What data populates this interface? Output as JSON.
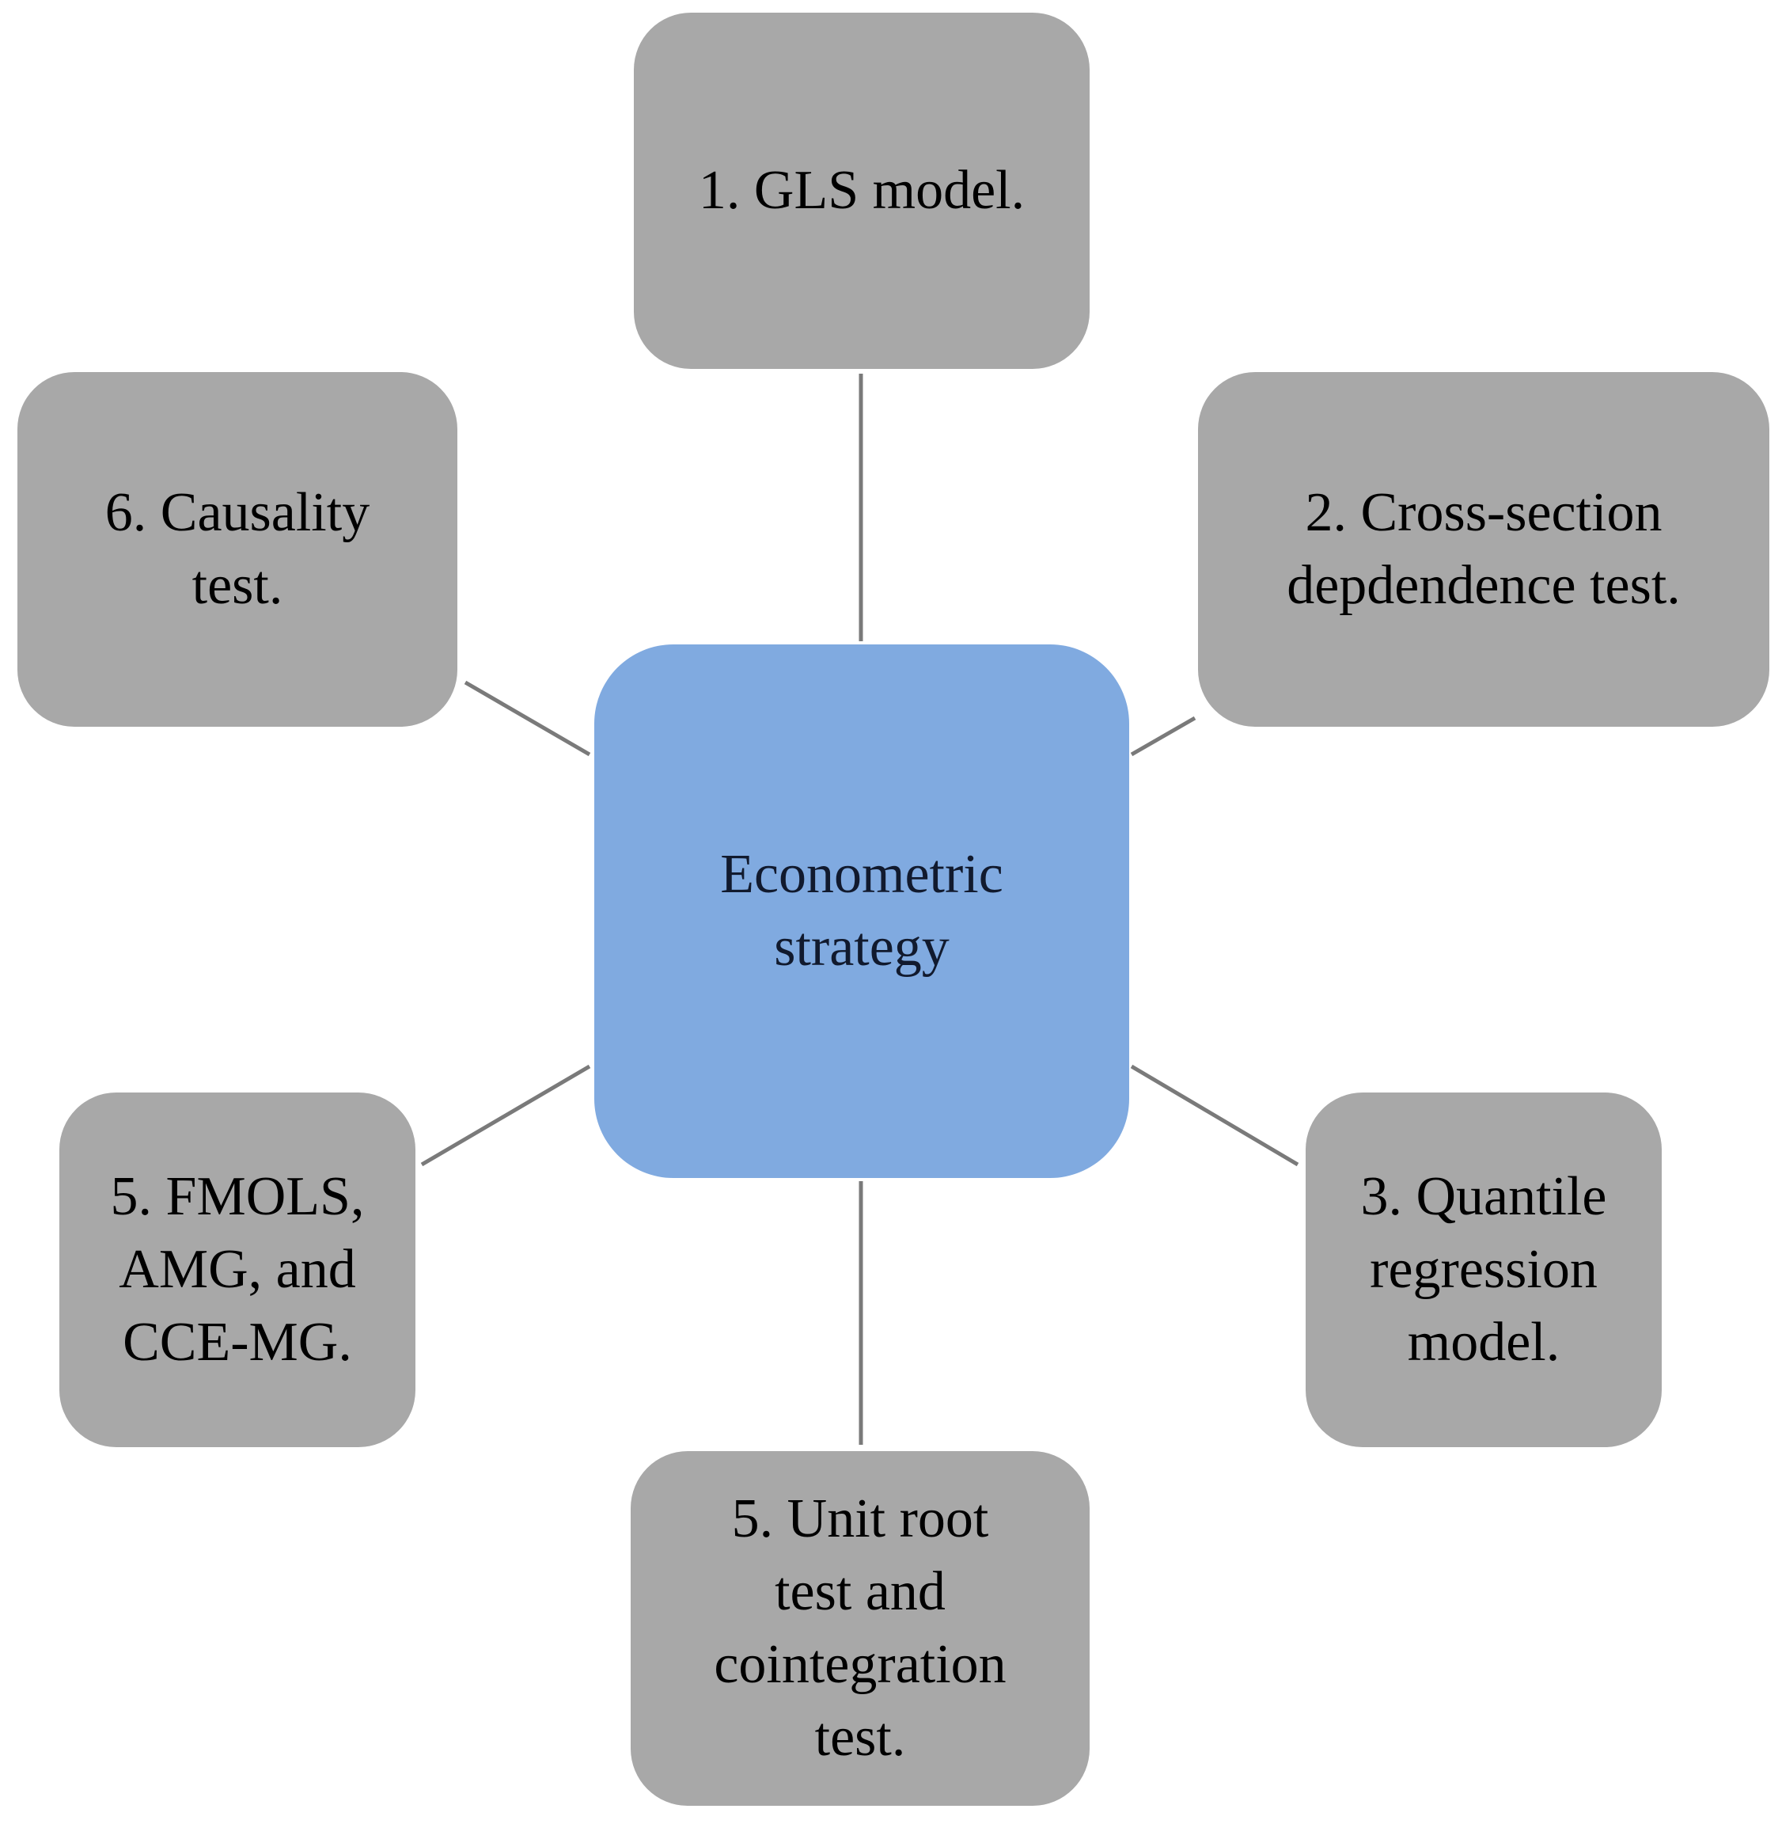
{
  "diagram": {
    "center": {
      "label": "Econometric\nstrategy",
      "color": "#80aae0"
    },
    "box_color": "#a8a8a8",
    "connector_color": "#7a7a7a",
    "nodes": [
      {
        "label": "1. GLS model."
      },
      {
        "label": "2. Cross-section\ndepdendence  test."
      },
      {
        "label": "3. Quantile\nregression\nmodel."
      },
      {
        "label": "5. Unit root\ntest and\ncointegration\ntest."
      },
      {
        "label": "5. FMOLS,\nAMG, and\nCCE-MG."
      },
      {
        "label": "6. Causality\ntest."
      }
    ]
  }
}
